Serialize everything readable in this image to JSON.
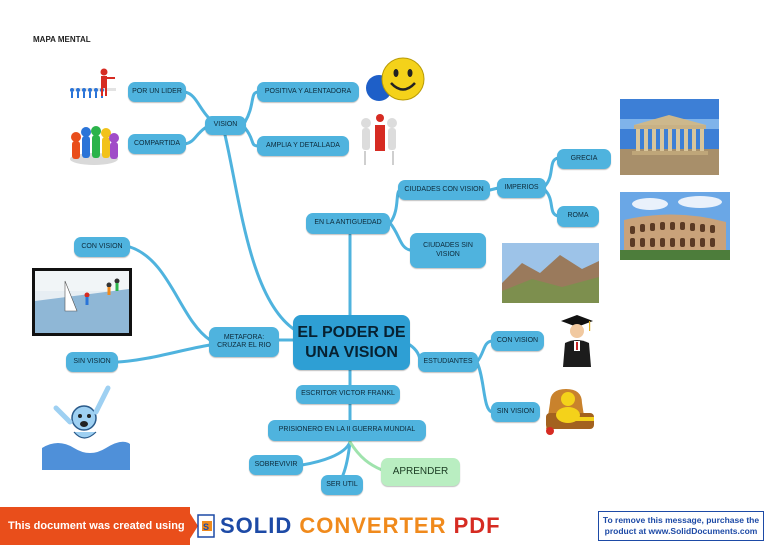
{
  "page_label": "MAPA MENTAL",
  "center": {
    "line1": "EL PODER DE",
    "line2": "UNA VISION"
  },
  "nodes": {
    "vision": "VISION",
    "por_un_lider": "POR UN LIDER",
    "compartida": "COMPARTIDA",
    "positiva": "POSITIVA Y ALENTADORA",
    "amplia": "AMPLIA Y DETALLADA",
    "antiguedad": "EN LA ANTIGUEDAD",
    "ciudades_con": "CIUDADES CON VISION",
    "imperios": "IMPERIOS",
    "grecia": "GRECIA",
    "roma": "ROMA",
    "ciudades_sin_1": "CIUDADES SIN",
    "ciudades_sin_2": "VISION",
    "metafora_1": "METAFORA:",
    "metafora_2": "CRUZAR EL RIO",
    "con_vision_left": "CON VISION",
    "sin_vision_left": "SIN VISION",
    "estudiantes": "ESTUDIANTES",
    "con_vision_right": "CON VISION",
    "sin_vision_right": "SIN VISION",
    "escritor": "ESCRITOR VICTOR FRANKL",
    "prisionero": "PRISIONERO EN LA II GUERRA MUNDIAL",
    "sobrevivir": "SOBREVIVIR",
    "ser_util": "SER UTIL",
    "aprender": "APRENDER"
  },
  "images": {
    "leader": "leader-figures-image",
    "team": "team-figures-image",
    "smiley": "smiley-face-image",
    "idea": "idea-figures-image",
    "parthenon": "parthenon-image",
    "colosseum": "colosseum-image",
    "mountain": "mountain-image",
    "river": "river-crossing-image",
    "graduate": "graduate-image",
    "lazy": "lazy-man-image",
    "drowning": "drowning-man-image"
  },
  "banner": {
    "left_text": "This document was created using",
    "brand_solid": "SOLID",
    "brand_converter": "CONVERTER",
    "brand_pdf": "PDF",
    "right_line1": "To remove this message, purchase the",
    "right_line2": "product at www.SolidDocuments.com"
  },
  "colors": {
    "node": "#4fb3de",
    "main": "#2e9fd4",
    "green": "#b9eec1",
    "banner_orange": "#e94e1b"
  }
}
